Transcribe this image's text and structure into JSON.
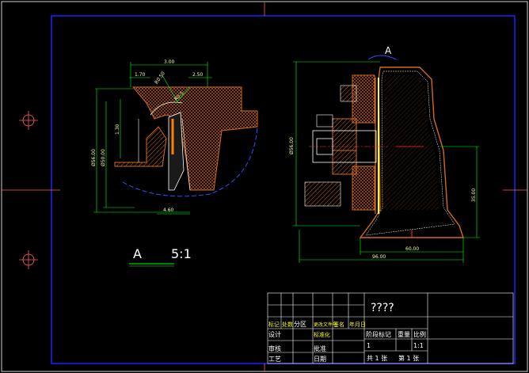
{
  "drawing": {
    "detail_label": "A",
    "detail_scale": "5:1",
    "view_marker": "A",
    "detail_dims": {
      "top_width": "3.00",
      "left_small": "1.70",
      "slant_dim": "R0.50",
      "right_small": "2.50",
      "slant_dim2": "R0.5",
      "vert_small": "1.30",
      "dia_outer": "Ø56.00",
      "dia_inner": "Ø50.00",
      "bottom_width": "4.60"
    },
    "main_dims": {
      "overall_dia": "Ø56.00",
      "height": "35.00",
      "inner_width": "60.00",
      "overall_width": "96.00"
    }
  },
  "title_block": {
    "title": "????",
    "row_labels": [
      "标记",
      "处数",
      "分区",
      "更改文件号",
      "签名",
      "年月日"
    ],
    "design": "设计",
    "standardize": "标准化",
    "review": "审核",
    "approve": "批准",
    "process": "工艺",
    "date": "日期",
    "stage_mark": "阶段标记",
    "weight": "重量",
    "scale_label": "比例",
    "qty": "1",
    "scale": "1:1",
    "total_sheets": "共 1 张",
    "sheet_no": "第 1 张"
  }
}
